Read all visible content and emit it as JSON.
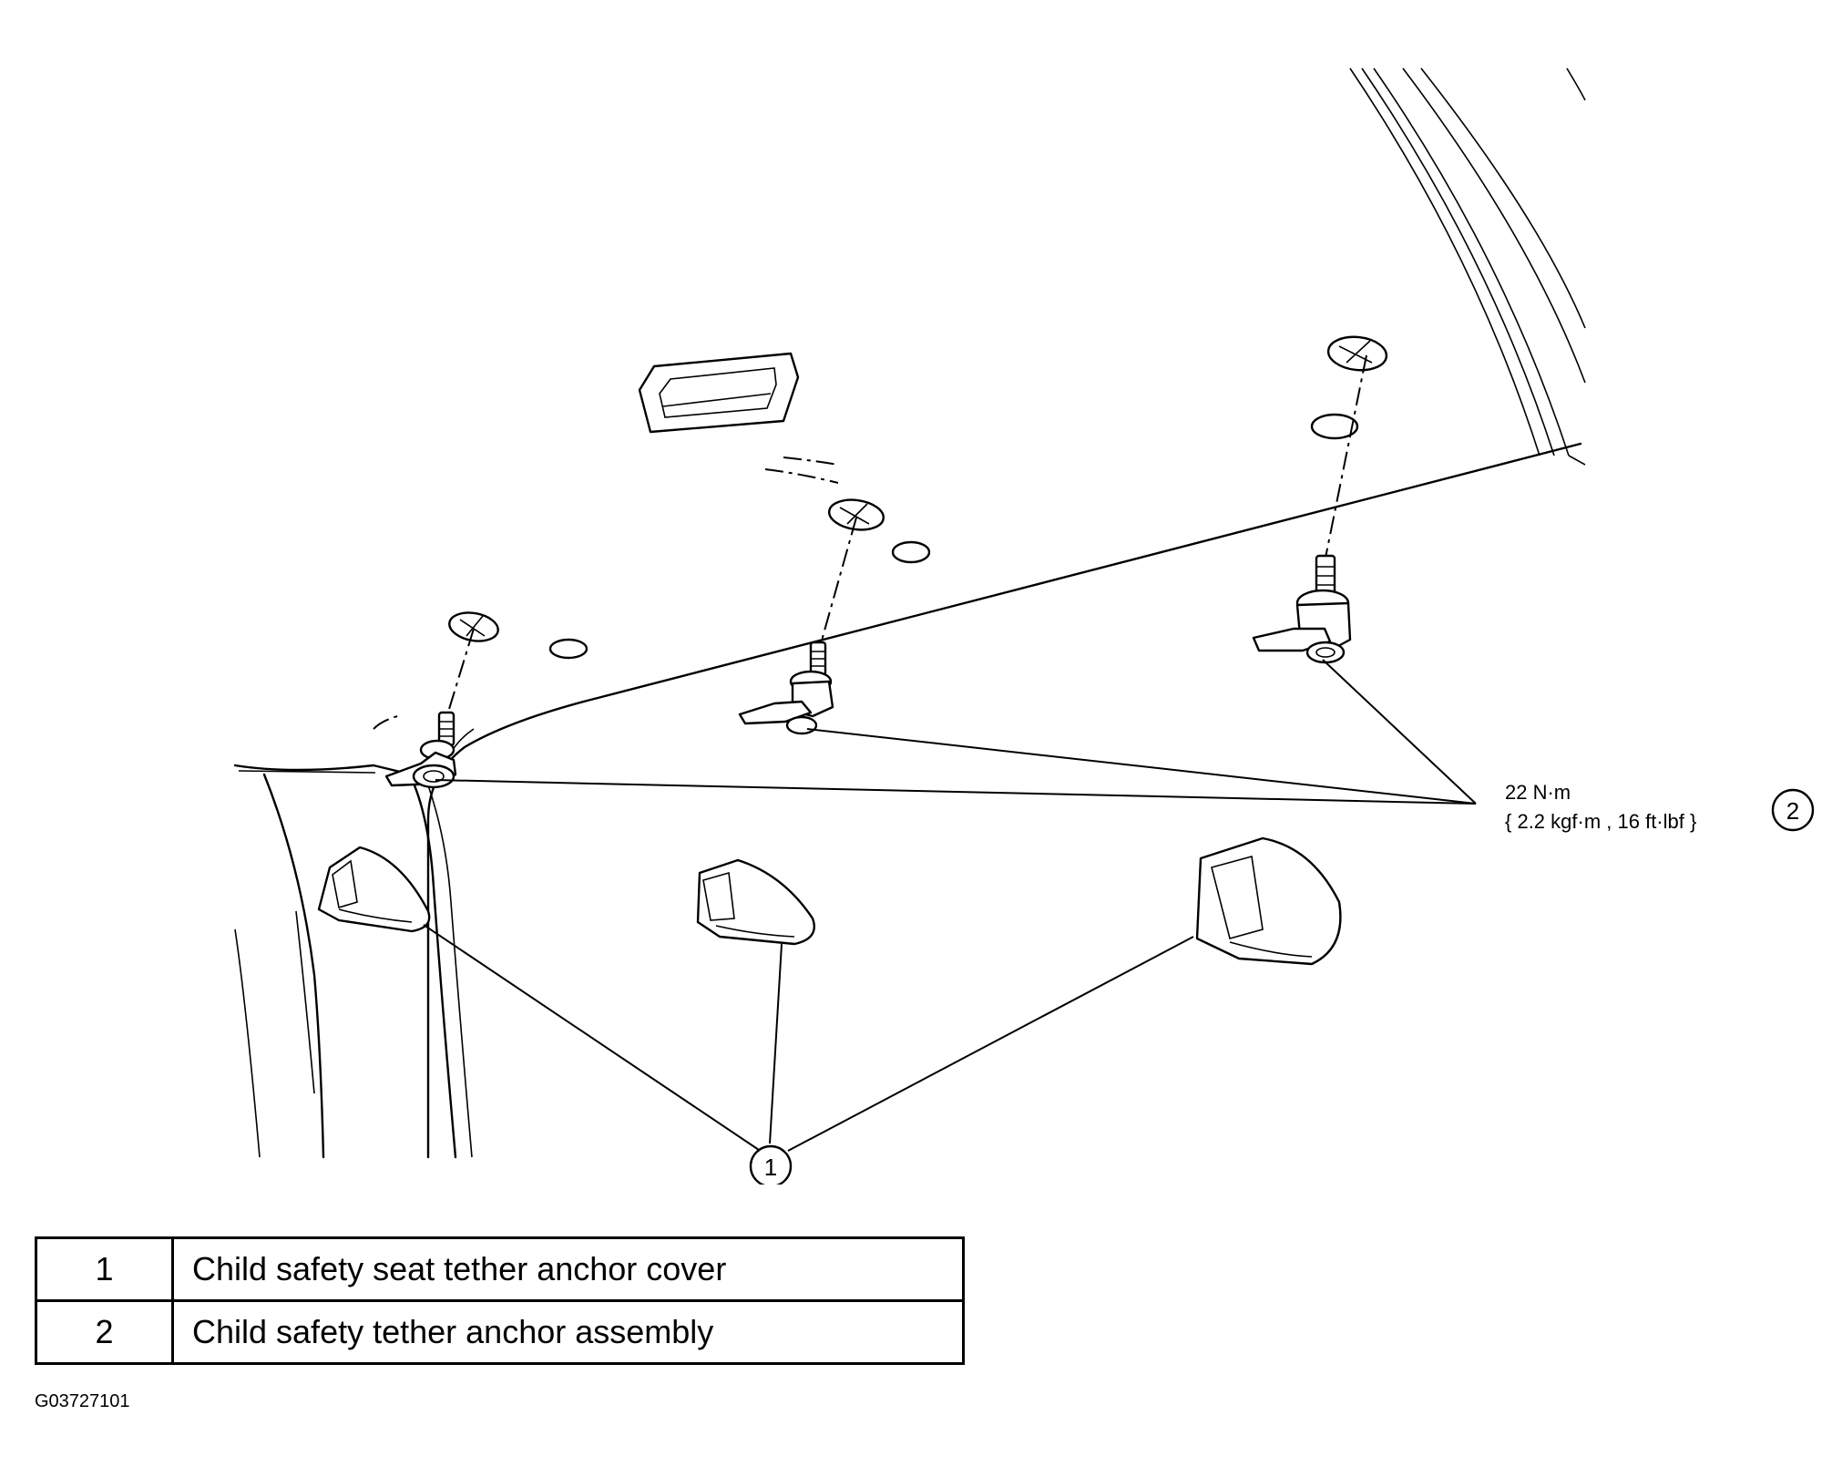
{
  "callouts": [
    {
      "number": "1"
    },
    {
      "number": "2"
    }
  ],
  "torque_spec": {
    "line1": "22 N·m",
    "line2": "{ 2.2 kgf·m , 16 ft·lbf }"
  },
  "legend": [
    {
      "number": "1",
      "description": "Child safety seat tether anchor cover"
    },
    {
      "number": "2",
      "description": "Child safety tether anchor assembly"
    }
  ],
  "figure_id": "G03727101"
}
